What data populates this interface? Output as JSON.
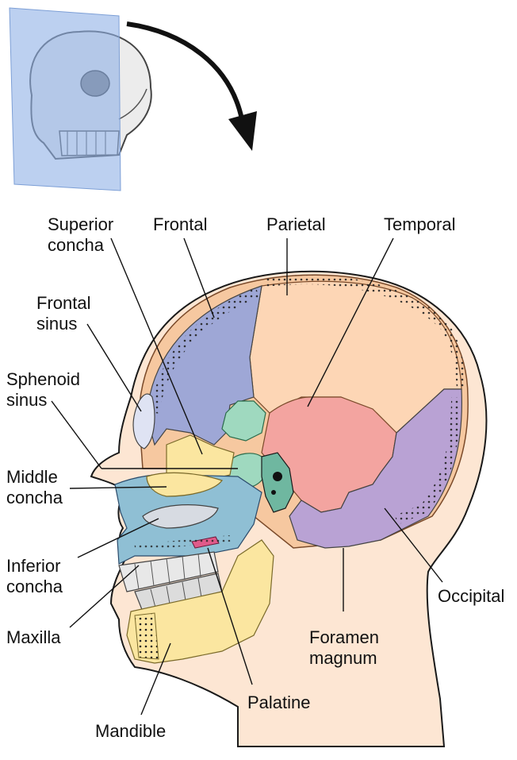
{
  "labels": {
    "superior_concha": [
      "Superior",
      "concha"
    ],
    "frontal": "Frontal",
    "parietal": "Parietal",
    "temporal": "Temporal",
    "frontal_sinus": [
      "Frontal",
      "sinus"
    ],
    "sphenoid_sinus": [
      "Sphenoid",
      "sinus"
    ],
    "middle_concha": [
      "Middle",
      "concha"
    ],
    "inferior_concha": [
      "Inferior",
      "concha"
    ],
    "maxilla": "Maxilla",
    "occipital": "Occipital",
    "foramen_magnum": [
      "Foramen",
      "magnum"
    ],
    "palatine": "Palatine",
    "mandible": "Mandible"
  },
  "colors": {
    "skin": "#fde6d3",
    "skin_outline": "#1a1a1a",
    "skull_border": "#f6c8a0",
    "frontal": "#9ea7d6",
    "parietal": "#fdd6b5",
    "temporal": "#f3a4a0",
    "occipital": "#b9a2d4",
    "sphenoid": "#9fd9bf",
    "maxilla": "#8fbfd4",
    "mandible": "#fbe6a0",
    "concha": "#d7dbe2",
    "palatine": "#e05a8a",
    "plane": "#8fb1e6"
  },
  "icons": [
    "skull-thumbnail-icon",
    "curved-arrow-icon"
  ]
}
